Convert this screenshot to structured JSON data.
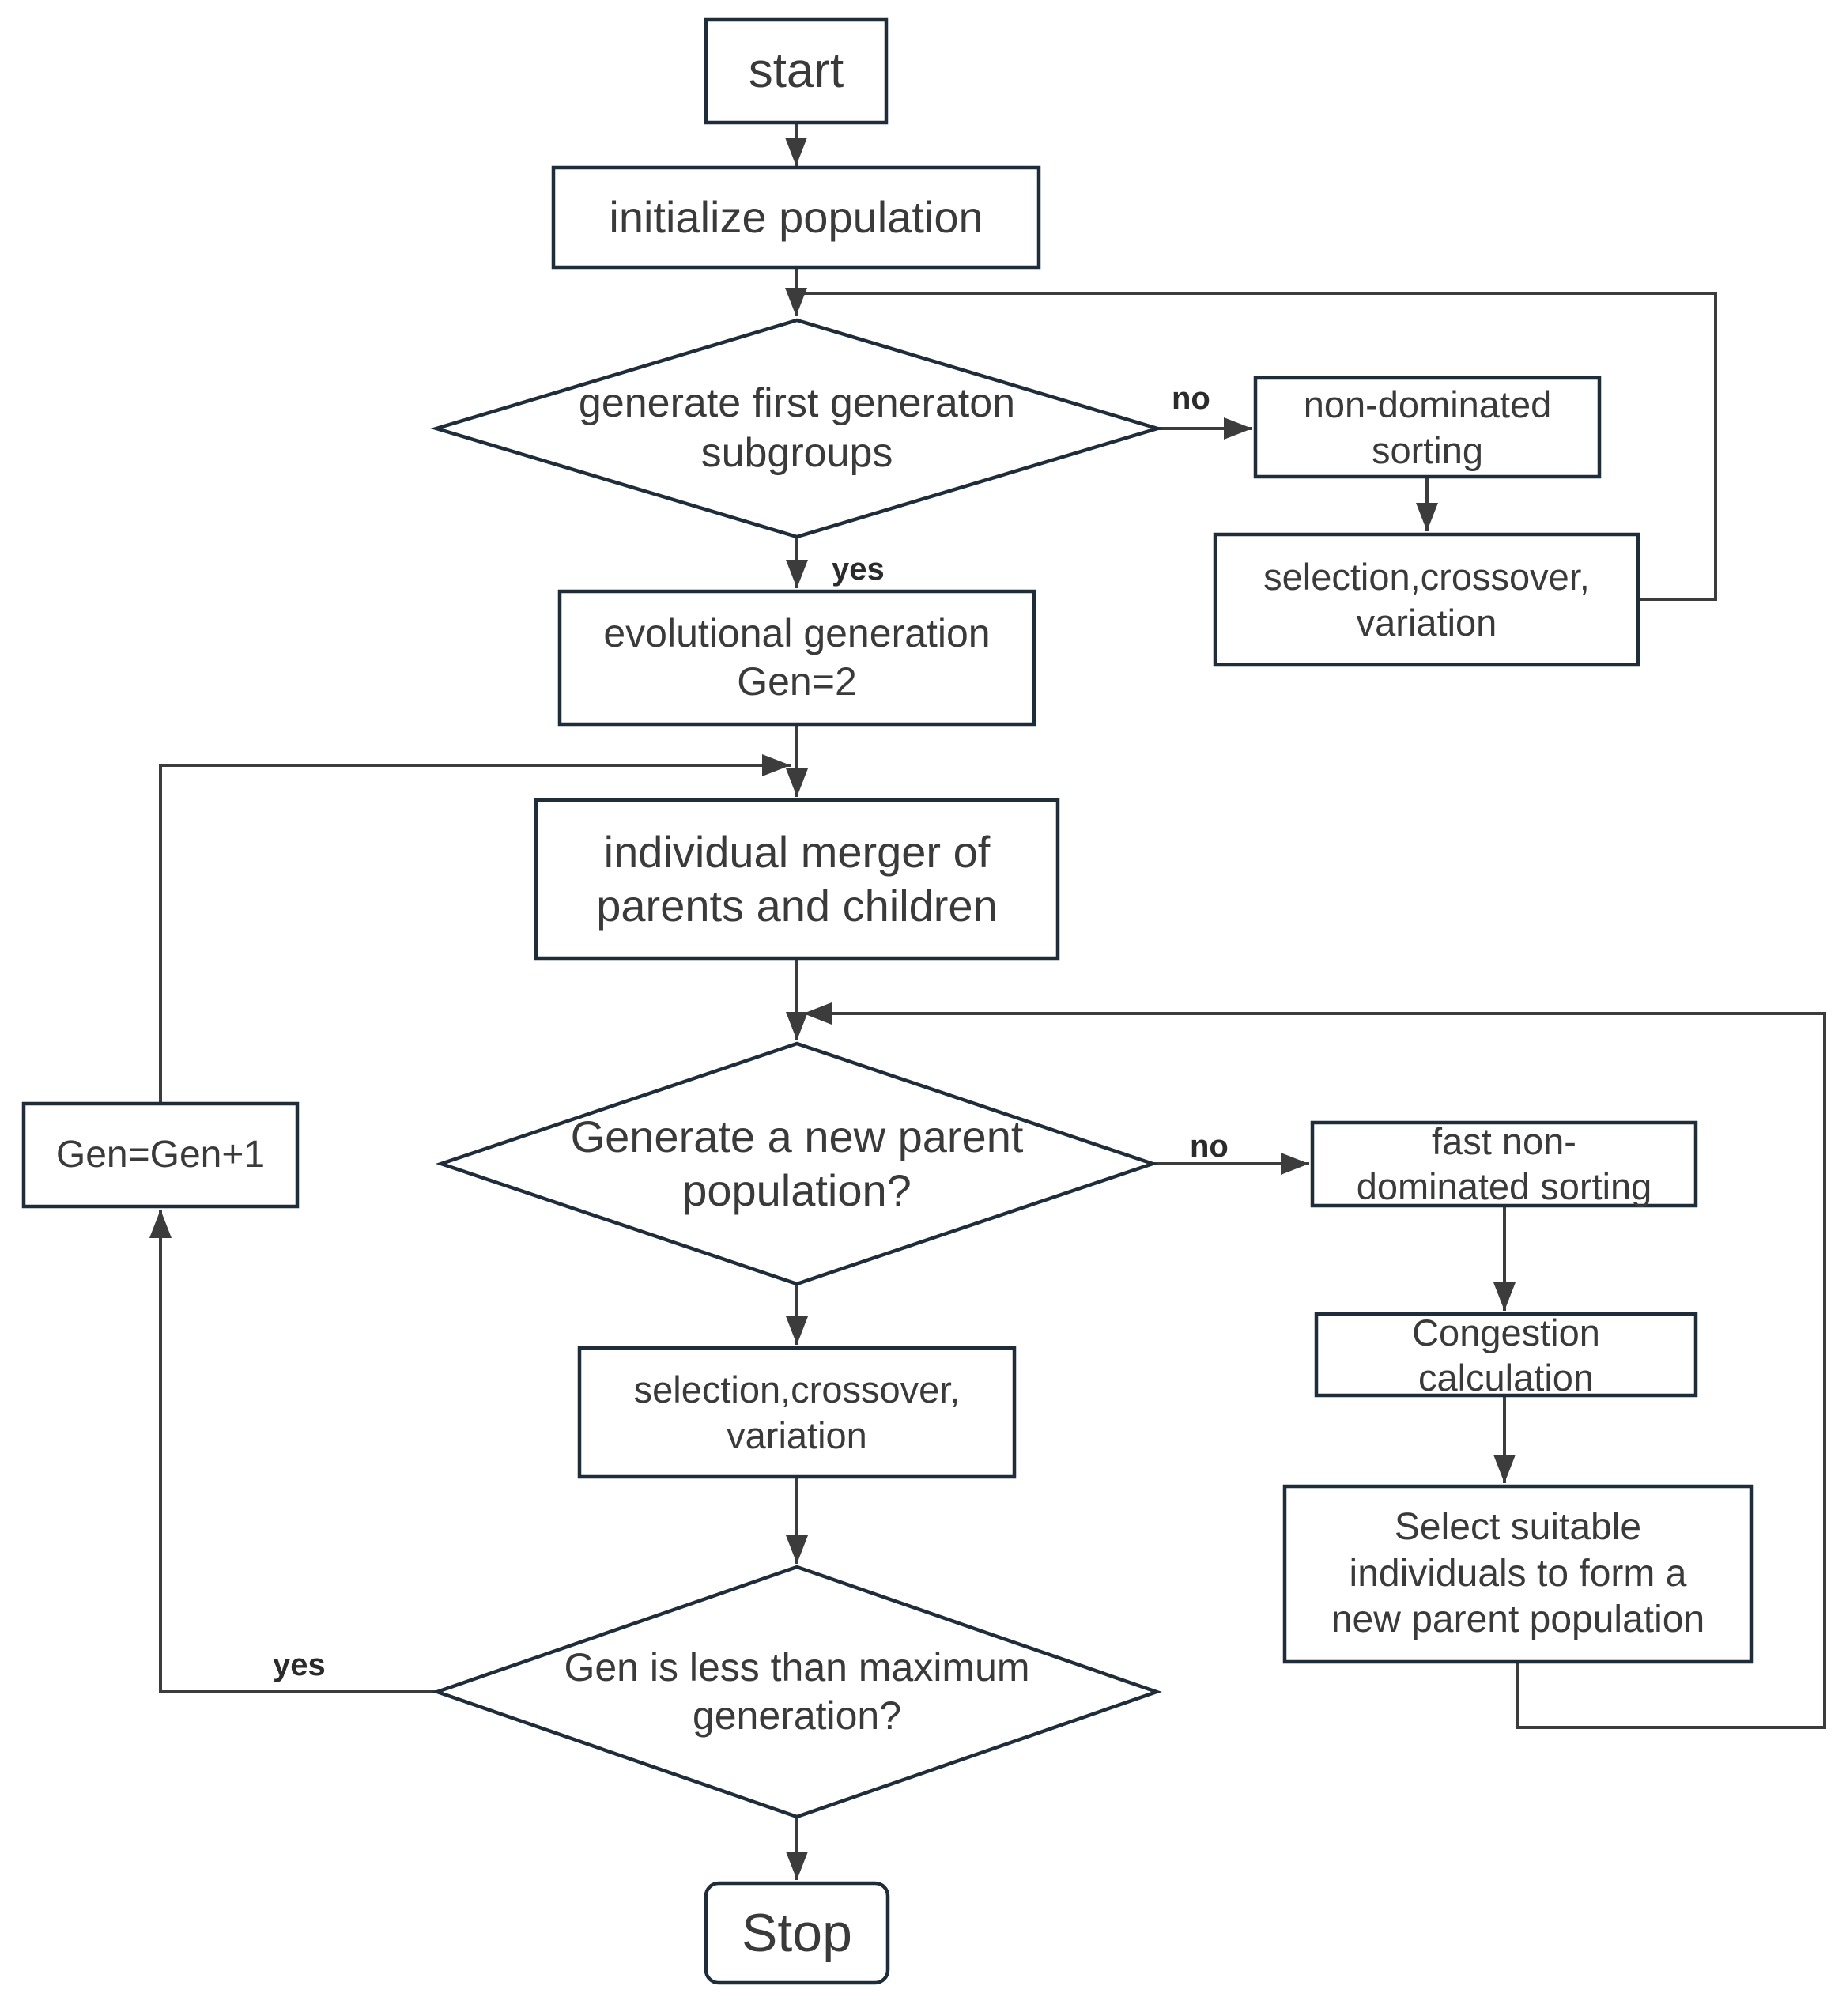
{
  "diagram_title": "NSGA flowchart",
  "colors": {
    "border": "#1f2d3a",
    "line": "#3c3c3c",
    "text": "#3a3a3a",
    "label": "#2b2b2b",
    "bg": "#ffffff"
  },
  "nodes": {
    "start": {
      "label": "start"
    },
    "init_pop": {
      "label": "initialize population"
    },
    "first_gen_decision": {
      "label": "generate first generaton\nsubgroups"
    },
    "non_dominated_sorting": {
      "label": "non-dominated\nsorting"
    },
    "selection_crossover_right": {
      "label": "selection,crossover,\nvariation"
    },
    "evolutional_generation": {
      "label": "evolutional generation\nGen=2"
    },
    "individual_merger": {
      "label": "individual merger of\nparents and children"
    },
    "new_parent_decision": {
      "label": "Generate a new parent\npopulation?"
    },
    "fast_non_dominated_sorting": {
      "label": "fast non-\ndominated sorting"
    },
    "congestion_calculation": {
      "label": "Congestion\ncalculation"
    },
    "select_suitable": {
      "label": "Select suitable\nindividuals to form a\nnew parent population"
    },
    "selection_crossover_left": {
      "label": "selection,crossover,\nvariation"
    },
    "max_generation_decision": {
      "label": "Gen is less than maximum\ngeneration?"
    },
    "gen_increment": {
      "label": "Gen=Gen+1"
    },
    "stop": {
      "label": "Stop"
    }
  },
  "edges": {
    "first_gen_no": "no",
    "first_gen_yes": "yes",
    "new_parent_no": "no",
    "max_gen_yes": "yes"
  }
}
